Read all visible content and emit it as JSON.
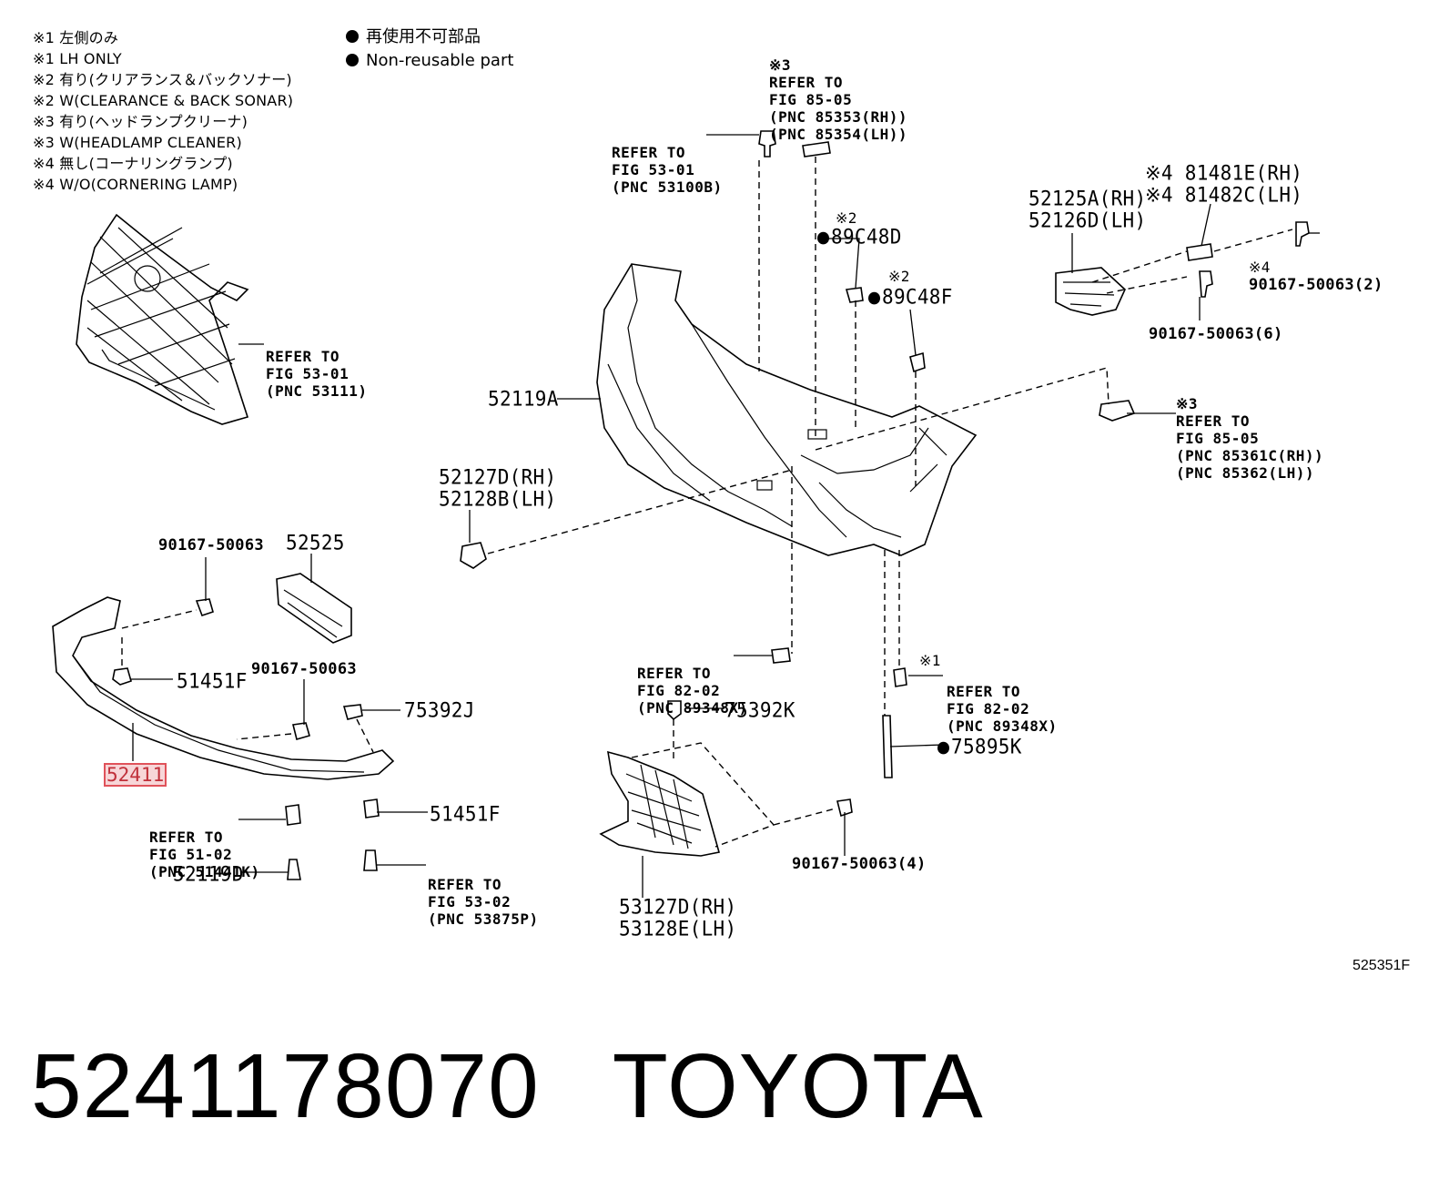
{
  "notes": [
    "※1 左側のみ",
    "※1 LH ONLY",
    "※2 有り(クリアランス＆バックソナー)",
    "※2 W(CLEARANCE & BACK SONAR)",
    "※3 有り(ヘッドランプクリーナ)",
    "※3 W(HEADLAMP CLEANER)",
    "※4 無し(コーナリングランプ)",
    "※4 W/O(CORNERING LAMP)"
  ],
  "legend": {
    "jp": "再使用不可部品",
    "en": "Non-reusable part"
  },
  "refs": {
    "fig85_05_upper": [
      "※3",
      "REFER TO",
      "FIG 85-05",
      "(PNC 85353(RH))",
      "(PNC 85354(LH))"
    ],
    "fig53_01_top": [
      "REFER TO",
      "FIG 53-01",
      "(PNC 53100B)"
    ],
    "fig53_01_grille": [
      "REFER TO",
      "FIG 53-01",
      "(PNC 53111)"
    ],
    "fig85_05_right": [
      "※3",
      "REFER TO",
      "FIG 85-05",
      "(PNC 85361C(RH))",
      "(PNC 85362(LH))"
    ],
    "fig82_02_center": [
      "REFER TO",
      "FIG 82-02",
      "(PNC 89348X)"
    ],
    "fig82_02_right": [
      "REFER TO",
      "FIG 82-02",
      "(PNC 89348X)"
    ],
    "fig51_02": [
      "REFER TO",
      "FIG 51-02",
      "(PNC 51441K)"
    ],
    "fig53_02": [
      "REFER TO",
      "FIG 53-02",
      "(PNC 53875P)"
    ]
  },
  "labels": {
    "p89c48d_mark": "※2",
    "p89c48d": "89C48D",
    "p89c48f_mark": "※2",
    "p89c48f": "89C48F",
    "p52125a": "52125A(RH)",
    "p52126d": "52126D(LH)",
    "p81481e": "※4 81481E(RH)",
    "p81482c": "※4 81482C(LH)",
    "p90167_2_mark": "※4",
    "p90167_2": "90167-50063(2)",
    "p90167_6": "90167-50063(6)",
    "p52119a": "52119A",
    "p52127d": "52127D(RH)",
    "p52128b": "52128B(LH)",
    "p90167_left": "90167-50063",
    "p52525": "52525",
    "p51451f_upper": "51451F",
    "p90167_mid": "90167-50063",
    "p75392j": "75392J",
    "p52411": "52411",
    "p51451f_lower": "51451F",
    "p52119d": "52119D",
    "p75392k": "75392K",
    "p75895k": "75895K",
    "p1_mark": "※1",
    "p90167_4": "90167-50063(4)",
    "p53127d": "53127D(RH)",
    "p53128e": "53128E(LH)"
  },
  "figure_number": "525351F",
  "footer": {
    "part_number": "5241178070",
    "brand": "TOYOTA"
  },
  "colors": {
    "highlight_border": "#e0525a",
    "highlight_fill": "#f7d6d8",
    "line": "#000000"
  }
}
